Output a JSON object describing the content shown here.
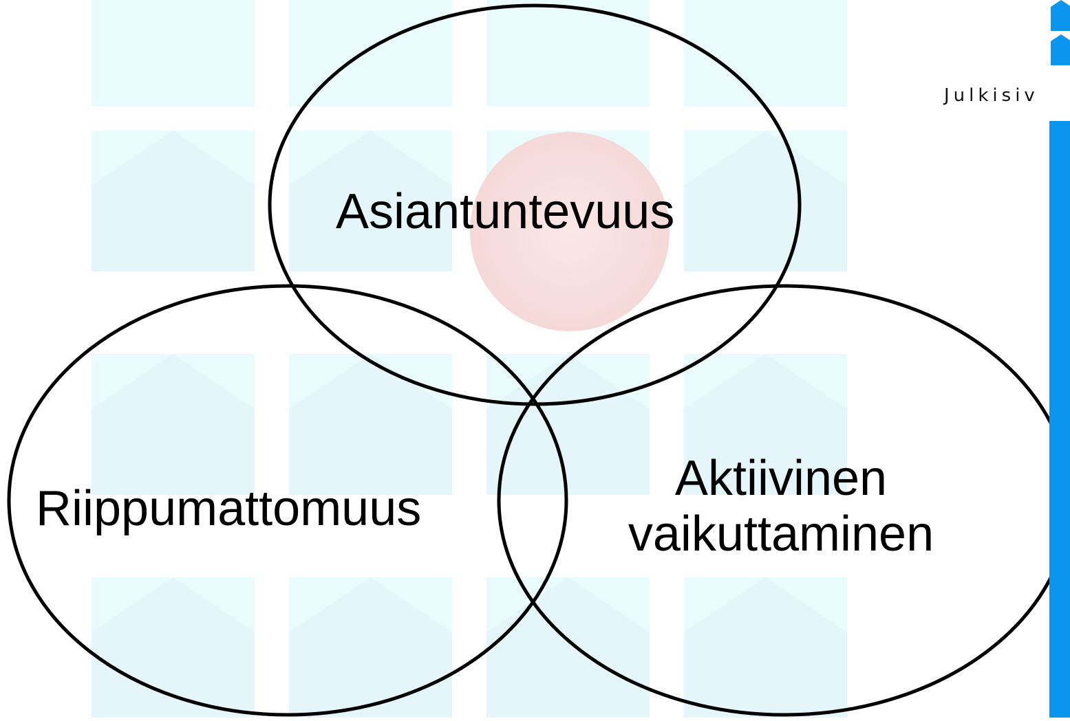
{
  "logo": {
    "text": "Julkisiv",
    "color": "#0a96ee"
  },
  "diagram": {
    "type": "venn",
    "circles": [
      {
        "id": "top",
        "label": "Asiantuntevuus"
      },
      {
        "id": "left",
        "label": "Riippumattomuus"
      },
      {
        "id": "right",
        "label": "Aktiivinen vaikuttaminen",
        "lines": [
          "Aktiivinen",
          "vaikuttaminen"
        ]
      }
    ]
  },
  "colors": {
    "background_tile": "#eafbfd",
    "background_house": "#dff4f7",
    "background_disc": "#f8dede",
    "outline": "#000000",
    "accent": "#0a96ee"
  }
}
